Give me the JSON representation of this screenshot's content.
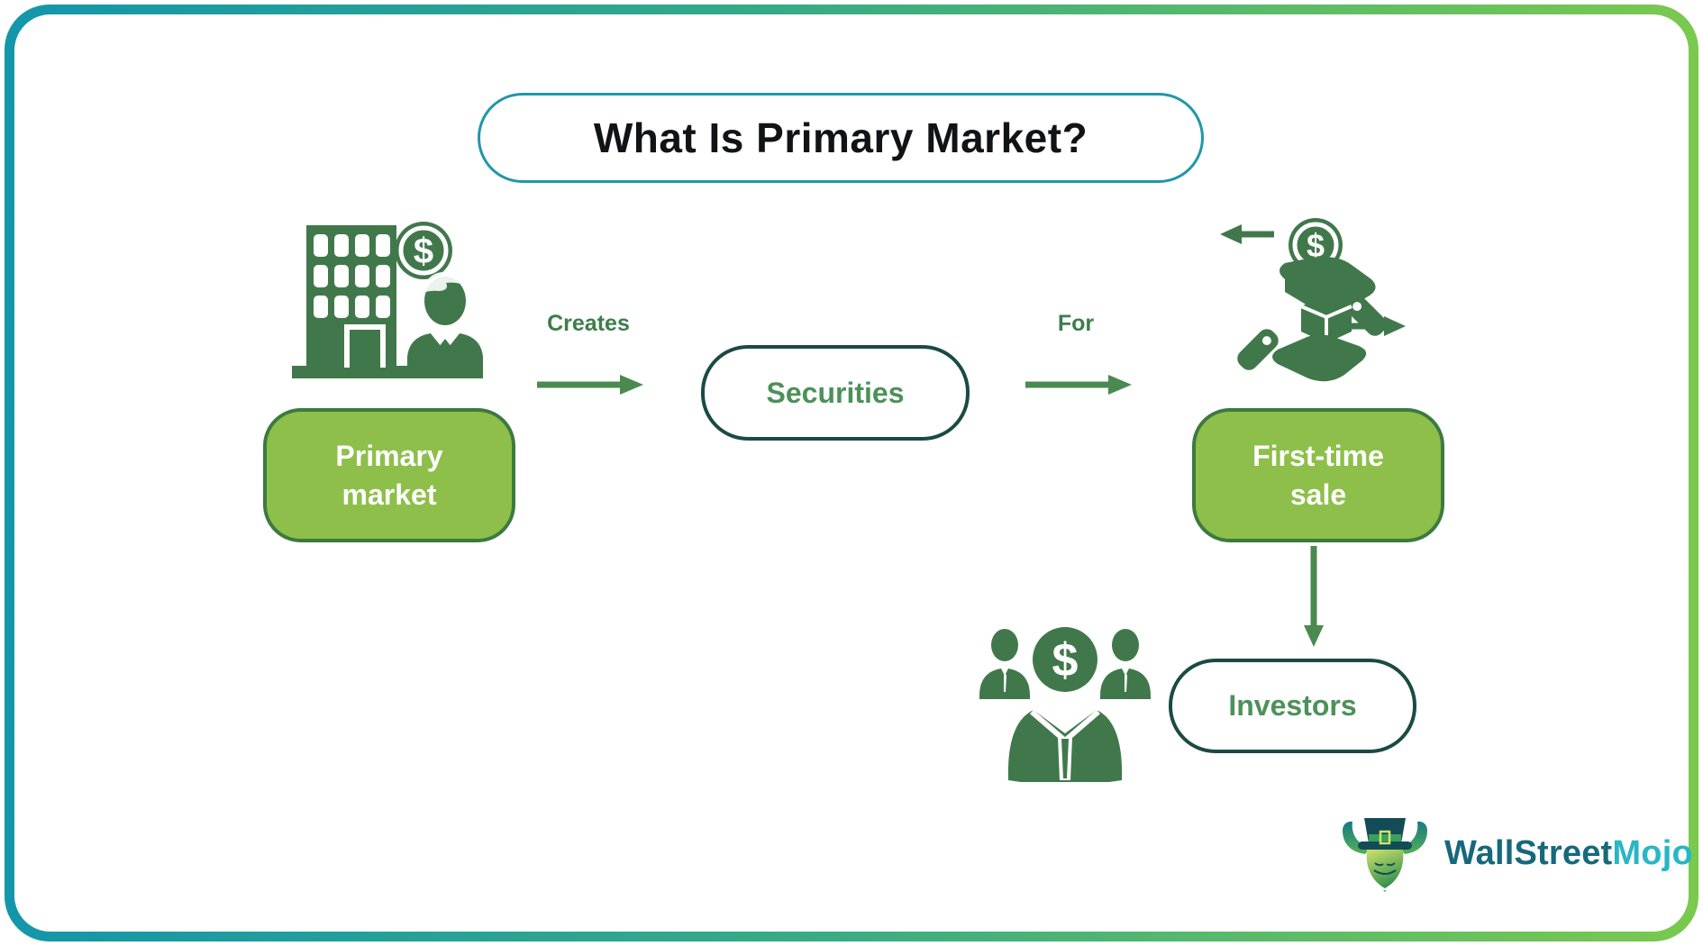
{
  "title": {
    "text": "What Is Primary Market?"
  },
  "nodes": {
    "primary_market": {
      "label": "Primary\nmarket",
      "style": "filled-green"
    },
    "securities": {
      "label": "Securities",
      "style": "outline"
    },
    "first_time_sale": {
      "label": "First-time\nsale",
      "style": "filled-green"
    },
    "investors": {
      "label": "Investors",
      "style": "outline"
    }
  },
  "edges": {
    "creates": {
      "label": "Creates",
      "from": "primary_market",
      "to": "securities"
    },
    "for": {
      "label": "For",
      "from": "securities",
      "to": "first_time_sale"
    },
    "sale_to_investors": {
      "label": "",
      "from": "first_time_sale",
      "to": "investors"
    }
  },
  "icons": {
    "company": "building-with-businessman-and-dollar-coin",
    "first_sale": "hands-exchanging-coin-and-goods",
    "investors": "businesspeople-group-with-dollar-coin",
    "dollar_glyph": "$"
  },
  "logo": {
    "icon": "bull-mascot-with-top-hat",
    "brand_part1": "WallStreet",
    "brand_part2": "Mojo"
  },
  "colors": {
    "frame_gradient_start": "#1496ab",
    "frame_gradient_end": "#7ac94f",
    "title_border": "#2097a7",
    "title_text": "#111417",
    "icon_green": "#41784b",
    "box_fill": "#8dbf4a",
    "box_border": "#3c7a40",
    "box_text": "#ffffff",
    "pill_border": "#1b4a44",
    "pill_text": "#4c9159",
    "edge_label_text": "#3e7d4a",
    "arrow": "#4a8a50",
    "logo_dark_teal": "#16697a",
    "logo_cyan": "#29b6c5"
  }
}
